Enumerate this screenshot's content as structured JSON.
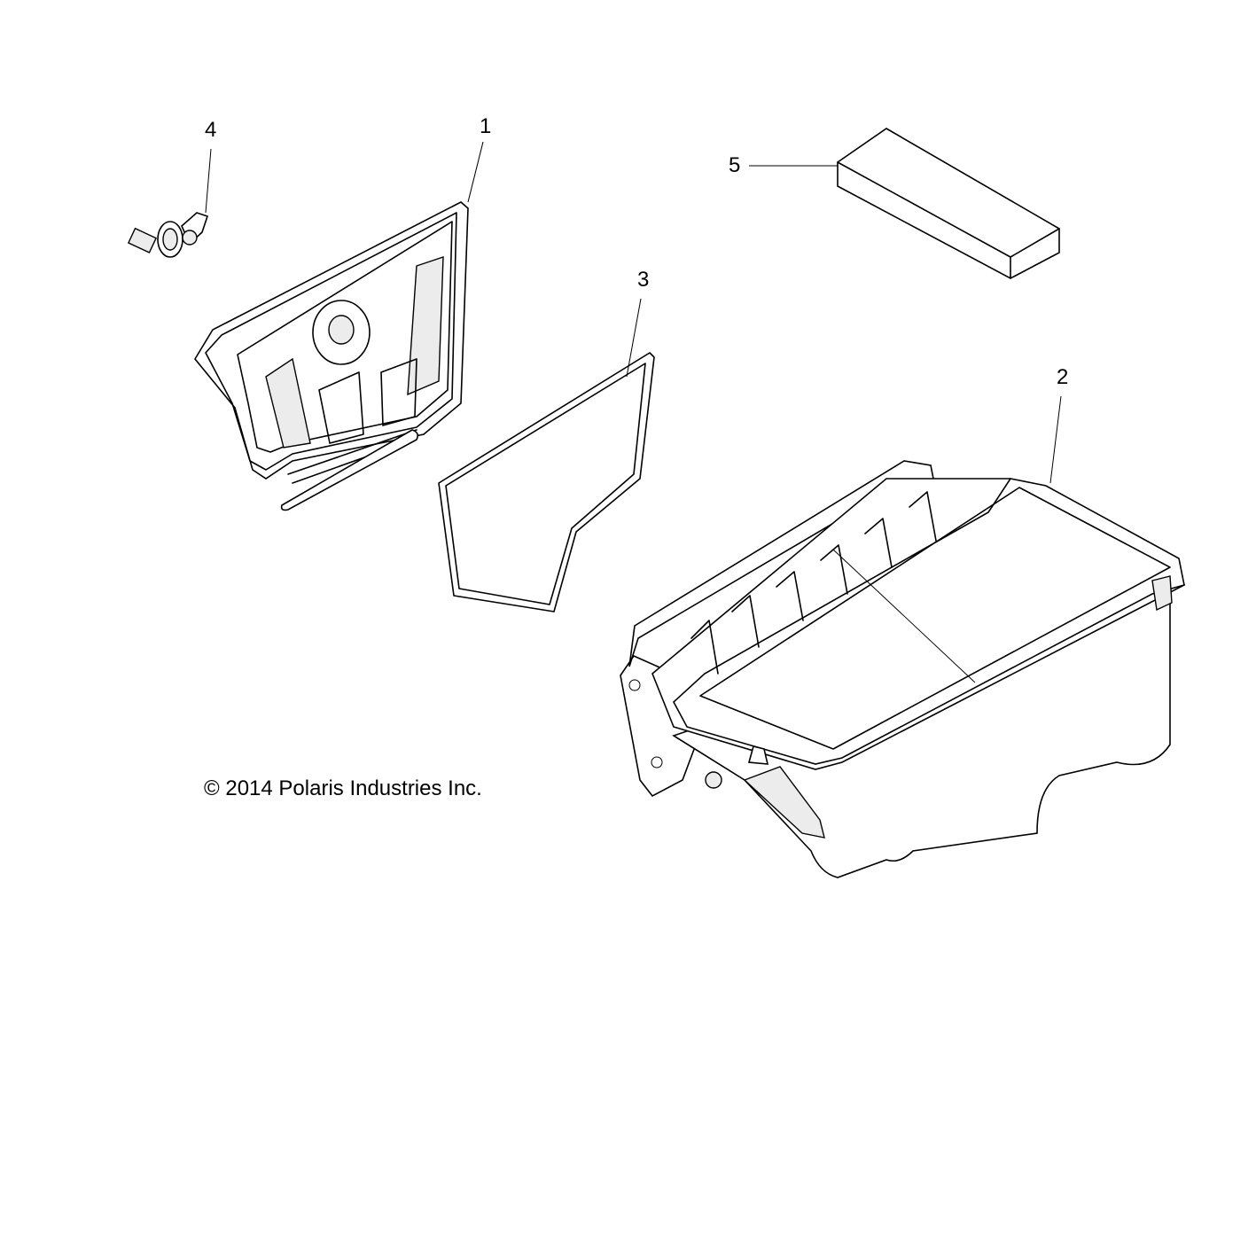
{
  "diagram": {
    "callouts": [
      {
        "id": "1",
        "part": "airbox-cover"
      },
      {
        "id": "2",
        "part": "airbox-housing"
      },
      {
        "id": "3",
        "part": "gasket-seal"
      },
      {
        "id": "4",
        "part": "drain-valve"
      },
      {
        "id": "5",
        "part": "filter-element"
      }
    ],
    "copyright": "© 2014 Polaris Industries Inc."
  }
}
